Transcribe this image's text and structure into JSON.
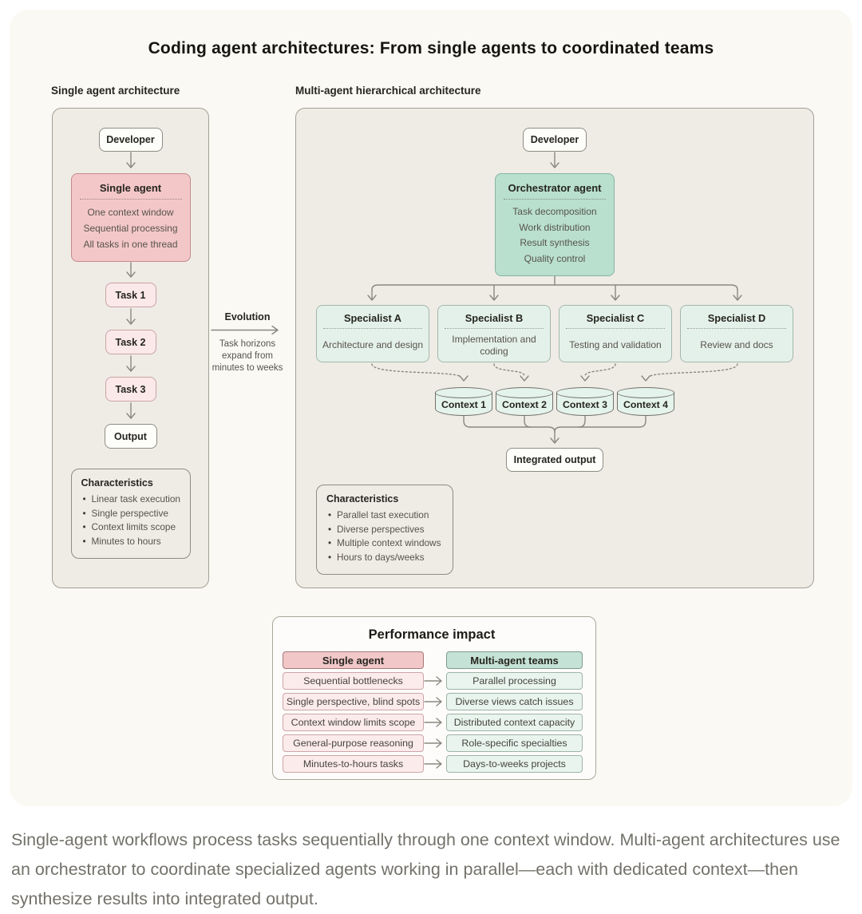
{
  "title": "Coding agent architectures: From single agents to coordinated teams",
  "colors": {
    "card_bg": "#faf9f3",
    "panel_bg": "#efece5",
    "pink_strong": "#f3c7c8",
    "pink_light": "#fbe9e9",
    "teal_strong": "#b9dfcf",
    "teal_light": "#e4f1ea",
    "cylinder_fill": "#e4f3ec",
    "arrow": "#8b887f",
    "caption_text": "#73716a"
  },
  "single_panel": {
    "heading": "Single agent architecture",
    "developer": "Developer",
    "agent": {
      "title": "Single agent",
      "items": [
        "One context window",
        "Sequential processing",
        "All tasks in one thread"
      ]
    },
    "tasks": [
      "Task 1",
      "Task 2",
      "Task 3"
    ],
    "output": "Output",
    "characteristics": {
      "title": "Characteristics",
      "items": [
        "Linear task execution",
        "Single perspective",
        "Context limits scope",
        "Minutes to hours"
      ]
    }
  },
  "evolution": {
    "label": "Evolution",
    "description": "Task horizons expand from minutes to weeks"
  },
  "multi_panel": {
    "heading": "Multi-agent hierarchical architecture",
    "developer": "Developer",
    "orchestrator": {
      "title": "Orchestrator agent",
      "items": [
        "Task decomposition",
        "Work distribution",
        "Result synthesis",
        "Quality control"
      ]
    },
    "specialists": [
      {
        "title": "Specialist A",
        "desc": "Architecture and design"
      },
      {
        "title": "Specialist B",
        "desc": "Implementation and coding"
      },
      {
        "title": "Specialist C",
        "desc": "Testing and validation"
      },
      {
        "title": "Specialist D",
        "desc": "Review and docs"
      }
    ],
    "contexts": [
      "Context 1",
      "Context 2",
      "Context 3",
      "Context 4"
    ],
    "integrated_output": "Integrated output",
    "characteristics": {
      "title": "Characteristics",
      "items": [
        "Parallel tast execution",
        "Diverse perspectives",
        "Multiple context windows",
        "Hours to days/weeks"
      ]
    }
  },
  "performance": {
    "title": "Performance impact",
    "left_header": "Single agent",
    "right_header": "Multi-agent teams",
    "rows": [
      {
        "left": "Sequential bottlenecks",
        "right": "Parallel processing"
      },
      {
        "left": "Single perspective, blind spots",
        "right": "Diverse views catch issues"
      },
      {
        "left": "Context window limits scope",
        "right": "Distributed context capacity"
      },
      {
        "left": "General-purpose reasoning",
        "right": "Role-specific specialties"
      },
      {
        "left": "Minutes-to-hours tasks",
        "right": "Days-to-weeks projects"
      }
    ]
  },
  "caption": "Single-agent workflows process tasks sequentially through one context window. Multi-agent architectures use an orchestrator to coordinate specialized agents working in parallel—each with dedicated context—then synthesize results into integrated output."
}
